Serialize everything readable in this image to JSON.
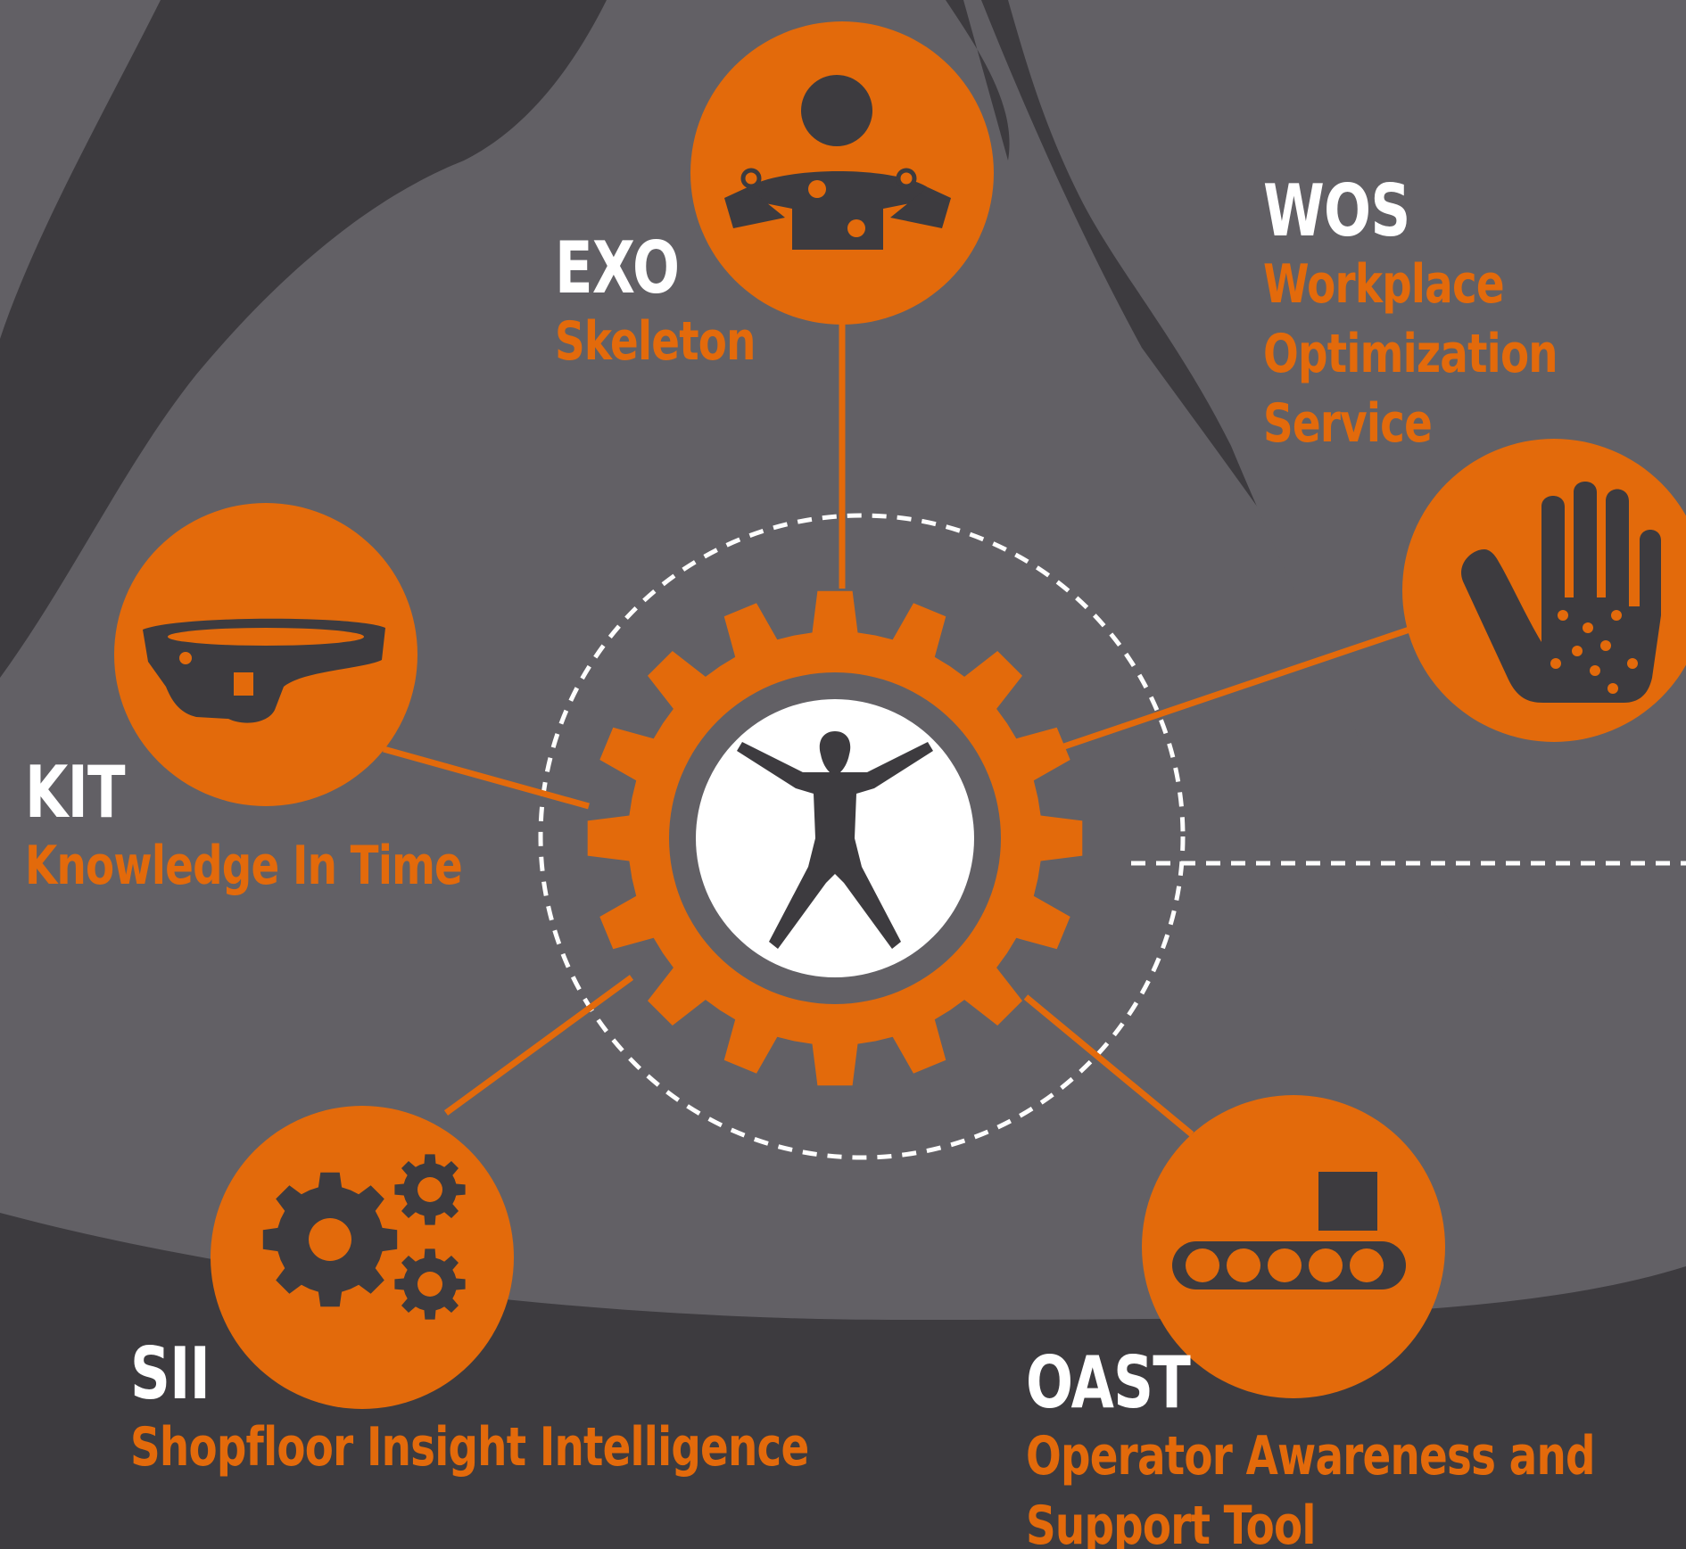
{
  "modules": [
    {
      "id": "exo",
      "code": "EXO",
      "lines": [
        "Skeleton"
      ],
      "icon": "exoskeleton-icon"
    },
    {
      "id": "wos",
      "code": "WOS",
      "lines": [
        "Workplace",
        "Optimization",
        "Service"
      ],
      "icon": "glove-icon"
    },
    {
      "id": "kit",
      "code": "KIT",
      "lines": [
        "Knowledge In Time"
      ],
      "icon": "ar-headset-icon"
    },
    {
      "id": "sii",
      "code": "SII",
      "lines": [
        "Shopfloor Insight Intelligence"
      ],
      "icon": "gears-icon"
    },
    {
      "id": "oast",
      "code": "OAST",
      "lines": [
        "Operator Awareness and",
        "Support Tool"
      ],
      "icon": "conveyor-icon"
    }
  ],
  "hub_icon": "human-in-gear-icon",
  "colors": {
    "orange": "#e36a0b",
    "dark": "#3d3b3f",
    "mid_gray": "#626065",
    "white": "#ffffff"
  }
}
